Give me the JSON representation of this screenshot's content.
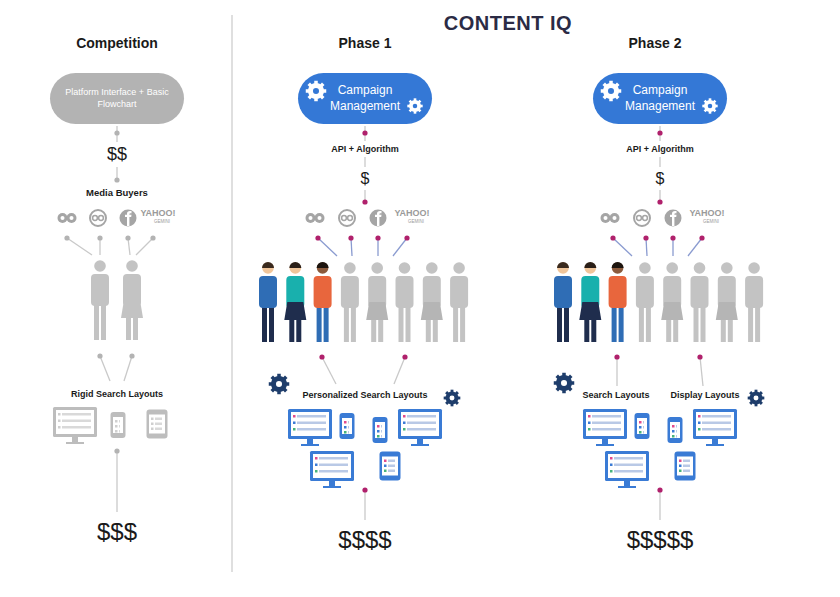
{
  "diagram": {
    "title": "CONTENT IQ",
    "nodes": [
      {
        "text": [
          "Platform Interface + Basic Flowchart"
        ]
      },
      {
        "text": [
          "Campaign Management"
        ]
      },
      {
        "text": [
          "Campaign Management"
        ]
      }
    ],
    "labels": [
      "Competition",
      "Phase 1",
      "Phase 2",
      "$$",
      "Media Buyers",
      "YAHOO!",
      "GEMINI",
      "Rigid Search Layouts",
      "$$$",
      "API + Algorithm",
      "$",
      "YAHOO!",
      "GEMINI",
      "Personalized Search Layouts",
      "$$$$",
      "API + Algorithm",
      "$",
      "YAHOO!",
      "GEMINI",
      "Search Layouts",
      "Display Layouts",
      "$$$$$"
    ]
  }
}
